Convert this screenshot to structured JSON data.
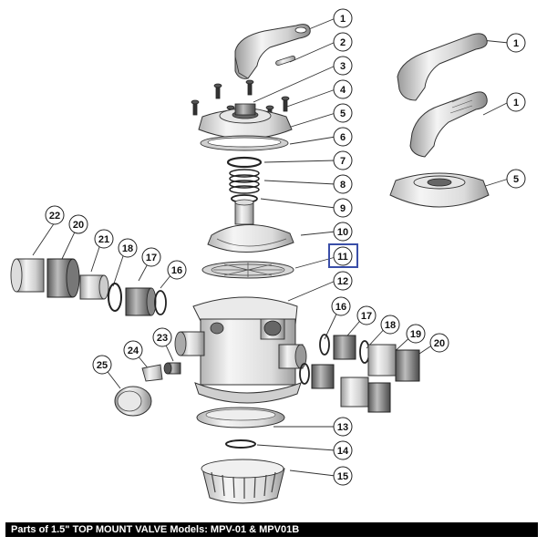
{
  "footer_title": "Parts of 1.5\" TOP MOUNT VALVE Models: MPV-01 & MPV01B",
  "highlight_color": "#3a4ea8",
  "callouts": [
    {
      "id": "c1a",
      "label": "1"
    },
    {
      "id": "c2",
      "label": "2"
    },
    {
      "id": "c3",
      "label": "3"
    },
    {
      "id": "c4",
      "label": "4"
    },
    {
      "id": "c5a",
      "label": "5"
    },
    {
      "id": "c6",
      "label": "6"
    },
    {
      "id": "c7",
      "label": "7"
    },
    {
      "id": "c8",
      "label": "8"
    },
    {
      "id": "c9",
      "label": "9"
    },
    {
      "id": "c10",
      "label": "10"
    },
    {
      "id": "c11",
      "label": "11"
    },
    {
      "id": "c12",
      "label": "12"
    },
    {
      "id": "c13",
      "label": "13"
    },
    {
      "id": "c14",
      "label": "14"
    },
    {
      "id": "c15",
      "label": "15"
    },
    {
      "id": "c1b",
      "label": "1"
    },
    {
      "id": "c1c",
      "label": "1"
    },
    {
      "id": "c5b",
      "label": "5"
    },
    {
      "id": "c22",
      "label": "22"
    },
    {
      "id": "c20a",
      "label": "20"
    },
    {
      "id": "c21",
      "label": "21"
    },
    {
      "id": "c18a",
      "label": "18"
    },
    {
      "id": "c17a",
      "label": "17"
    },
    {
      "id": "c16a",
      "label": "16"
    },
    {
      "id": "c16b",
      "label": "16"
    },
    {
      "id": "c17b",
      "label": "17"
    },
    {
      "id": "c18b",
      "label": "18"
    },
    {
      "id": "c19",
      "label": "19"
    },
    {
      "id": "c20b",
      "label": "20"
    },
    {
      "id": "c23",
      "label": "23"
    },
    {
      "id": "c24",
      "label": "24"
    },
    {
      "id": "c25",
      "label": "25"
    }
  ]
}
